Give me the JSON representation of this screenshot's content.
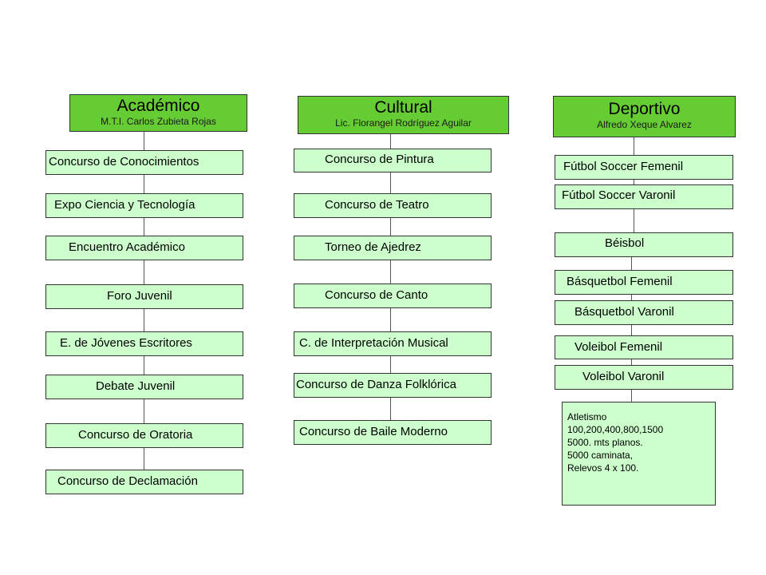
{
  "colors": {
    "header_fill": "#66cc33",
    "box_fill": "#ccffcc",
    "border": "#333333"
  },
  "academico": {
    "title": "Académico",
    "subtitle": "M.T.I.  Carlos Zubieta  Rojas",
    "items": [
      "Concurso de Conocimientos",
      "Expo Ciencia y Tecnología",
      "Encuentro Académico",
      "Foro Juvenil",
      "E. de Jóvenes Escritores",
      "Debate Juvenil",
      "Concurso de Oratoria",
      "Concurso de Declamación"
    ]
  },
  "cultural": {
    "title": "Cultural",
    "subtitle": "Lic. Florangel Rodríguez Aguilar",
    "items": [
      "Concurso de Pintura",
      "Concurso de Teatro",
      "Torneo de Ajedrez",
      "Concurso de Canto",
      "C. de Interpretación Musical",
      "Concurso de Danza Folklórica",
      "Concurso de Baile Moderno"
    ]
  },
  "deportivo": {
    "title": "Deportivo",
    "subtitle": "Alfredo Xeque  Alvarez",
    "items": [
      "Fútbol Soccer Femenil",
      "Fútbol Soccer Varonil",
      "Béisbol",
      "Básquetbol Femenil",
      "Básquetbol Varonil",
      "Voleibol Femenil",
      "Voleibol Varonil"
    ],
    "note": "Atletismo\n100,200,400,800,1500\n5000. mts planos.\n 5000 caminata,\nRelevos 4 x 100."
  }
}
